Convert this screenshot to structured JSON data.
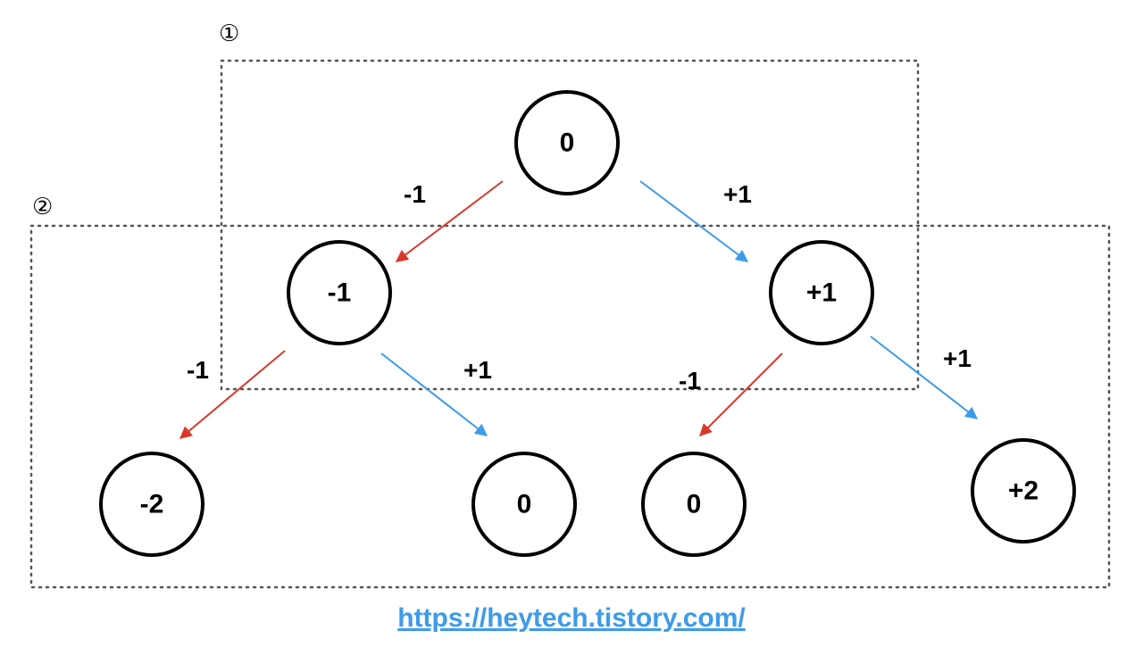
{
  "regions": [
    {
      "id": "region-1",
      "label": "①"
    },
    {
      "id": "region-2",
      "label": "②"
    }
  ],
  "nodes": [
    {
      "id": "n-root",
      "label": "0"
    },
    {
      "id": "n-left",
      "label": "-1"
    },
    {
      "id": "n-right",
      "label": "+1"
    },
    {
      "id": "n-ll",
      "label": "-2"
    },
    {
      "id": "n-lr",
      "label": "0"
    },
    {
      "id": "n-rl",
      "label": "0"
    },
    {
      "id": "n-rr",
      "label": "+2"
    }
  ],
  "edges": [
    {
      "id": "e-root-left",
      "label": "-1",
      "color": "#d9382b"
    },
    {
      "id": "e-root-right",
      "label": "+1",
      "color": "#3d9be9"
    },
    {
      "id": "e-left-ll",
      "label": "-1",
      "color": "#d9382b"
    },
    {
      "id": "e-left-lr",
      "label": "+1",
      "color": "#3d9be9"
    },
    {
      "id": "e-right-rl",
      "label": "-1",
      "color": "#d9382b"
    },
    {
      "id": "e-right-rr",
      "label": "+1",
      "color": "#3d9be9"
    }
  ],
  "colors": {
    "minus": "#d9382b",
    "plus": "#3d9be9",
    "link": "#3d9be9"
  },
  "footer": {
    "link_text": "https://heytech.tistory.com/"
  }
}
